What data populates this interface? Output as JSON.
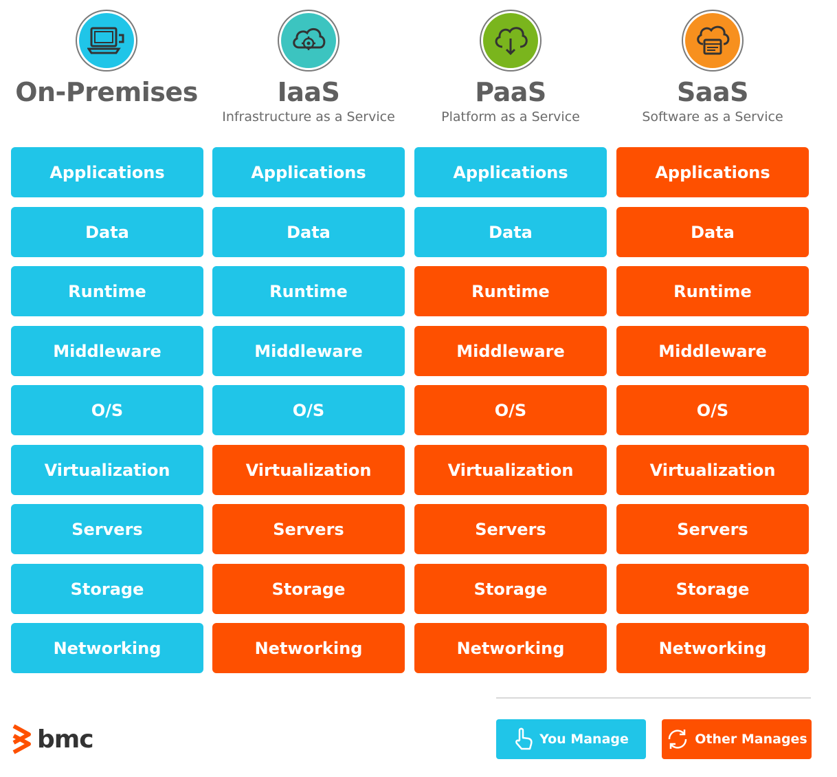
{
  "columns": [
    {
      "title": "On-Premises",
      "subtitle": "",
      "icon": "laptop-icon",
      "color": "#20c5e8"
    },
    {
      "title": "IaaS",
      "subtitle": "Infrastructure as a Service",
      "icon": "cloud-gear-icon",
      "color": "#3cc4c0"
    },
    {
      "title": "PaaS",
      "subtitle": "Platform as a Service",
      "icon": "cloud-download-icon",
      "color": "#7ab51d"
    },
    {
      "title": "SaaS",
      "subtitle": "Software as a Service",
      "icon": "cloud-window-icon",
      "color": "#f7901e"
    }
  ],
  "layers": [
    "Applications",
    "Data",
    "Runtime",
    "Middleware",
    "O/S",
    "Virtualization",
    "Servers",
    "Storage",
    "Networking"
  ],
  "managed_by": [
    [
      "you",
      "you",
      "you",
      "you",
      "you",
      "you",
      "you",
      "you",
      "you"
    ],
    [
      "you",
      "you",
      "you",
      "you",
      "you",
      "other",
      "other",
      "other",
      "other"
    ],
    [
      "you",
      "you",
      "other",
      "other",
      "other",
      "other",
      "other",
      "other",
      "other"
    ],
    [
      "other",
      "other",
      "other",
      "other",
      "other",
      "other",
      "other",
      "other",
      "other"
    ]
  ],
  "legend": {
    "you_manage": "You Manage",
    "other_manages": "Other Manages"
  },
  "colors": {
    "you_manage": "#20c5e8",
    "other_manages": "#fe5000"
  },
  "logo": {
    "text": "bmc"
  }
}
